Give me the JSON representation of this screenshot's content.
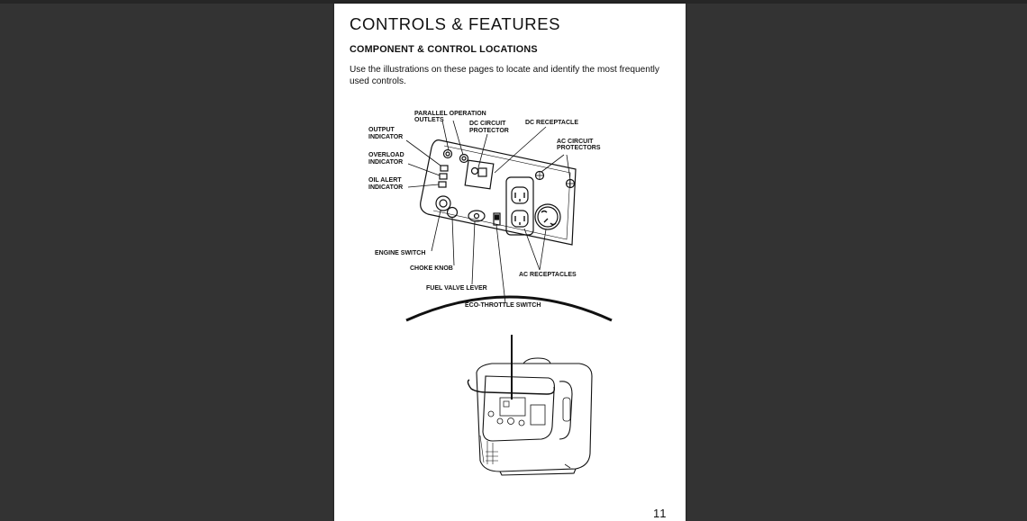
{
  "page": {
    "title": "CONTROLS & FEATURES",
    "subtitle": "COMPONENT & CONTROL LOCATIONS",
    "intro": "Use the illustrations on these pages to locate and identify the most frequently used controls.",
    "page_number": "11"
  },
  "diagram": {
    "labels": {
      "parallel_outlets_1": "PARALLEL OPERATION",
      "parallel_outlets_2": "OUTLETS",
      "dc_protector_1": "DC CIRCUIT",
      "dc_protector_2": "PROTECTOR",
      "dc_receptacle": "DC RECEPTACLE",
      "output_indicator_1": "OUTPUT",
      "output_indicator_2": "INDICATOR",
      "overload_indicator_1": "OVERLOAD",
      "overload_indicator_2": "INDICATOR",
      "oil_alert_1": "OIL ALERT",
      "oil_alert_2": "INDICATOR",
      "ac_protectors_1": "AC CIRCUIT",
      "ac_protectors_2": "PROTECTORS",
      "engine_switch": "ENGINE SWITCH",
      "choke_knob": "CHOKE KNOB",
      "fuel_valve_lever": "FUEL VALVE LEVER",
      "eco_throttle_switch": "ECO-THROTTLE SWITCH",
      "ac_receptacles": "AC RECEPTACLES"
    }
  }
}
